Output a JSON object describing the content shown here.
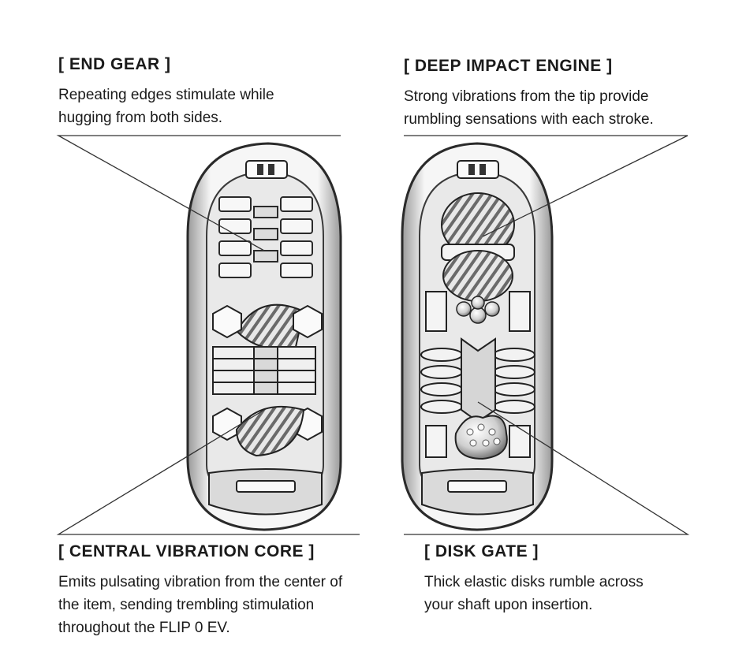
{
  "callouts": {
    "end_gear": {
      "heading": "[ END GEAR ]",
      "lines": [
        "Repeating edges stimulate while",
        "hugging from both sides."
      ]
    },
    "deep_impact": {
      "heading": "[ DEEP IMPACT ENGINE ]",
      "lines": [
        "Strong vibrations from the tip provide",
        "rumbling sensations with each stroke."
      ]
    },
    "central_core": {
      "heading": "[ CENTRAL VIBRATION CORE ]",
      "lines": [
        "Emits pulsating vibration from the center of",
        "the item, sending trembling stimulation",
        "throughout the FLIP 0 EV."
      ]
    },
    "disk_gate": {
      "heading": "[ DISK GATE ]",
      "lines": [
        "Thick elastic disks rumble across",
        "your shaft upon insertion."
      ]
    }
  },
  "colors": {
    "text": "#1a1a1a",
    "line": "#333333",
    "shell": "#f2f2f2",
    "outline": "#2a2a2a"
  }
}
